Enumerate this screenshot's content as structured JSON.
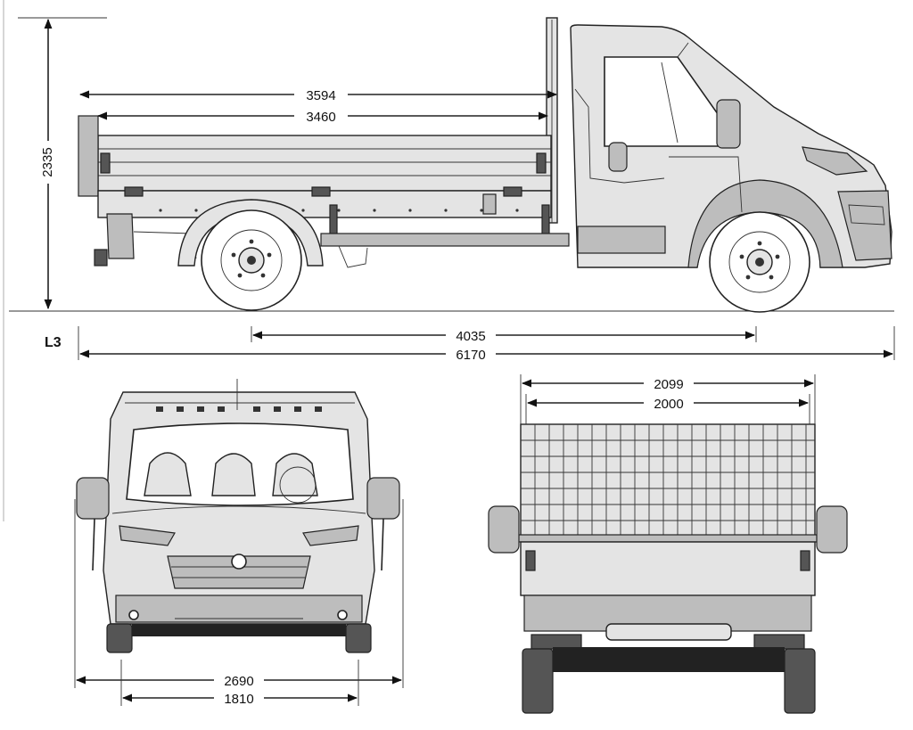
{
  "variant_label": "L3",
  "dimensions": {
    "height": "2335",
    "body_external_length": "3594",
    "body_internal_length": "3460",
    "wheelbase": "4035",
    "overall_length": "6170",
    "body_external_width": "2099",
    "body_internal_width": "2000",
    "width_with_mirrors": "2690",
    "rear_track": "1810"
  }
}
